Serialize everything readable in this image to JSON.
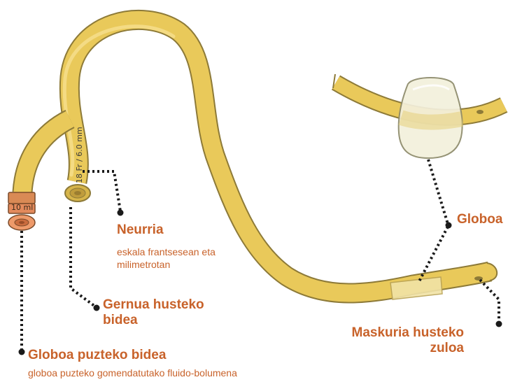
{
  "labels": {
    "neurria_title": "Neurria",
    "neurria_sub": "eskala frantsesean eta milimetrotan",
    "gernua_title": "Gernua husteko bidea",
    "globoa_title": "Globoa",
    "maskuria_title": "Maskuria husteko zuloa",
    "puzteko_title": "Globoa puzteko bidea",
    "puzteko_sub": "globoa puzteko gomendatutako fluido-bolumena"
  },
  "markings": {
    "size": "18 Fr / 6.0 mm",
    "volume": "10 ml"
  },
  "colors": {
    "label": "#c8622a",
    "tube": "#e9c95a",
    "tube_outline": "#8d7a38",
    "port": "#e38a5c",
    "balloon": "#f3f0dc",
    "leader": "#1a1a1a"
  }
}
